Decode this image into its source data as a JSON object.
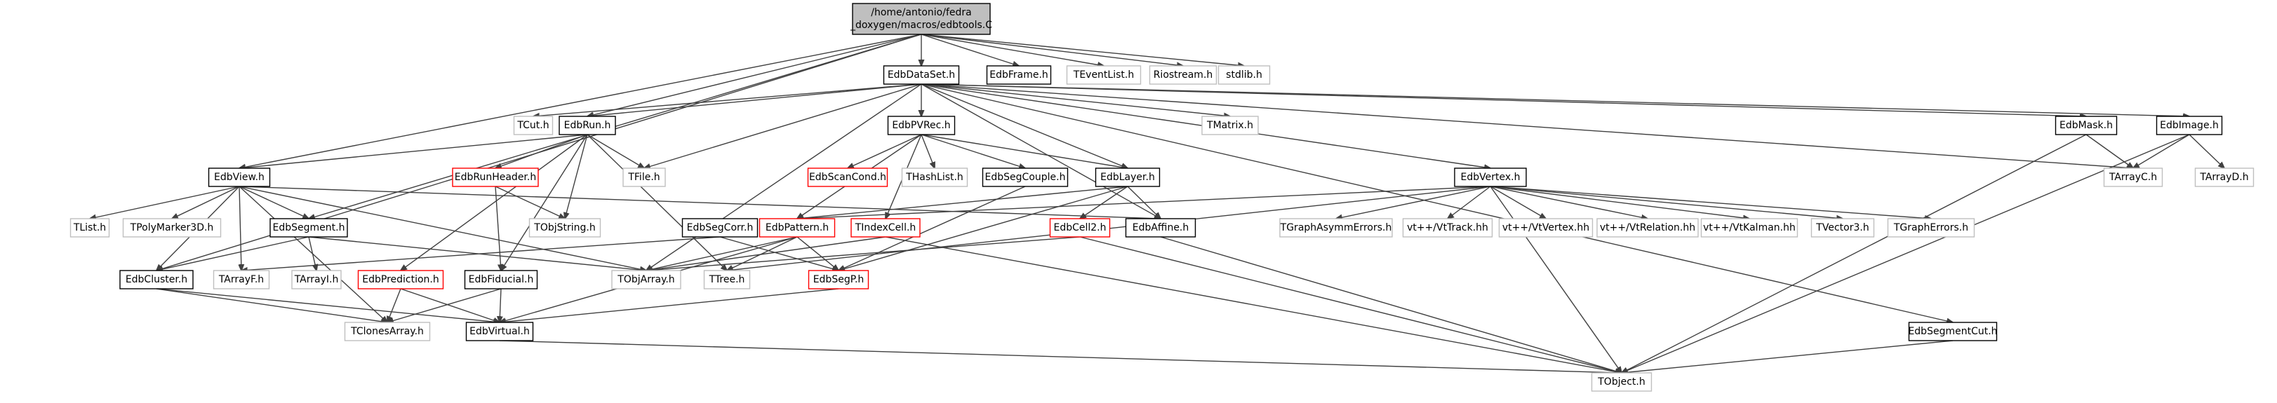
{
  "colors": {
    "edge": "#404040",
    "root_fill": "#bfbfbf",
    "documented_border": "#000000",
    "system_border": "#bfbfbf",
    "missing_border": "#ff0000"
  },
  "nodes": [
    {
      "id": "root",
      "lines": [
        "/home/antonio/fedra",
        "_doxygen/macros/edbtools.C"
      ],
      "kind": "root"
    },
    {
      "id": "EdbDataSet",
      "lines": [
        "EdbDataSet.h"
      ],
      "kind": "doc"
    },
    {
      "id": "EdbFrame",
      "lines": [
        "EdbFrame.h"
      ],
      "kind": "doc"
    },
    {
      "id": "TEventList",
      "lines": [
        "TEventList.h"
      ],
      "kind": "sys"
    },
    {
      "id": "Riostream",
      "lines": [
        "Riostream.h"
      ],
      "kind": "sys"
    },
    {
      "id": "stdlib",
      "lines": [
        "stdlib.h"
      ],
      "kind": "sys"
    },
    {
      "id": "TCut",
      "lines": [
        "TCut.h"
      ],
      "kind": "sys"
    },
    {
      "id": "EdbRun",
      "lines": [
        "EdbRun.h"
      ],
      "kind": "doc"
    },
    {
      "id": "EdbPVRec",
      "lines": [
        "EdbPVRec.h"
      ],
      "kind": "doc"
    },
    {
      "id": "TMatrix",
      "lines": [
        "TMatrix.h"
      ],
      "kind": "sys"
    },
    {
      "id": "EdbMask",
      "lines": [
        "EdbMask.h"
      ],
      "kind": "doc"
    },
    {
      "id": "EdbImage",
      "lines": [
        "EdbImage.h"
      ],
      "kind": "doc"
    },
    {
      "id": "EdbView",
      "lines": [
        "EdbView.h"
      ],
      "kind": "doc"
    },
    {
      "id": "EdbRunHeader",
      "lines": [
        "EdbRunHeader.h"
      ],
      "kind": "broken"
    },
    {
      "id": "TFile",
      "lines": [
        "TFile.h"
      ],
      "kind": "sys"
    },
    {
      "id": "EdbScanCond",
      "lines": [
        "EdbScanCond.h"
      ],
      "kind": "broken"
    },
    {
      "id": "THashList",
      "lines": [
        "THashList.h"
      ],
      "kind": "sys"
    },
    {
      "id": "EdbSegCouple",
      "lines": [
        "EdbSegCouple.h"
      ],
      "kind": "doc"
    },
    {
      "id": "EdbLayer",
      "lines": [
        "EdbLayer.h"
      ],
      "kind": "doc"
    },
    {
      "id": "EdbVertex",
      "lines": [
        "EdbVertex.h"
      ],
      "kind": "doc"
    },
    {
      "id": "TArrayC",
      "lines": [
        "TArrayC.h"
      ],
      "kind": "sys"
    },
    {
      "id": "TArrayD",
      "lines": [
        "TArrayD.h"
      ],
      "kind": "sys"
    },
    {
      "id": "TList",
      "lines": [
        "TList.h"
      ],
      "kind": "sys"
    },
    {
      "id": "TPolyMarker3D",
      "lines": [
        "TPolyMarker3D.h"
      ],
      "kind": "sys"
    },
    {
      "id": "EdbSegment",
      "lines": [
        "EdbSegment.h"
      ],
      "kind": "doc"
    },
    {
      "id": "TObjString",
      "lines": [
        "TObjString.h"
      ],
      "kind": "sys"
    },
    {
      "id": "EdbSegCorr",
      "lines": [
        "EdbSegCorr.h"
      ],
      "kind": "doc"
    },
    {
      "id": "EdbPattern",
      "lines": [
        "EdbPattern.h"
      ],
      "kind": "broken"
    },
    {
      "id": "TIndexCell",
      "lines": [
        "TIndexCell.h"
      ],
      "kind": "broken"
    },
    {
      "id": "EdbCell2",
      "lines": [
        "EdbCell2.h"
      ],
      "kind": "broken"
    },
    {
      "id": "EdbAffine",
      "lines": [
        "EdbAffine.h"
      ],
      "kind": "doc"
    },
    {
      "id": "TGraphAsymmErrors",
      "lines": [
        "TGraphAsymmErrors.h"
      ],
      "kind": "sys"
    },
    {
      "id": "VtTrack",
      "lines": [
        "vt++/VtTrack.hh"
      ],
      "kind": "sys"
    },
    {
      "id": "VtVertex",
      "lines": [
        "vt++/VtVertex.hh"
      ],
      "kind": "sys"
    },
    {
      "id": "VtRelation",
      "lines": [
        "vt++/VtRelation.hh"
      ],
      "kind": "sys"
    },
    {
      "id": "VtKalman",
      "lines": [
        "vt++/VtKalman.hh"
      ],
      "kind": "sys"
    },
    {
      "id": "TVector3",
      "lines": [
        "TVector3.h"
      ],
      "kind": "sys"
    },
    {
      "id": "TGraphErrors",
      "lines": [
        "TGraphErrors.h"
      ],
      "kind": "sys"
    },
    {
      "id": "EdbCluster",
      "lines": [
        "EdbCluster.h"
      ],
      "kind": "doc"
    },
    {
      "id": "TArrayF",
      "lines": [
        "TArrayF.h"
      ],
      "kind": "sys"
    },
    {
      "id": "TArrayI",
      "lines": [
        "TArrayI.h"
      ],
      "kind": "sys"
    },
    {
      "id": "EdbPrediction",
      "lines": [
        "EdbPrediction.h"
      ],
      "kind": "broken"
    },
    {
      "id": "EdbFiducial",
      "lines": [
        "EdbFiducial.h"
      ],
      "kind": "doc"
    },
    {
      "id": "TObjArray",
      "lines": [
        "TObjArray.h"
      ],
      "kind": "sys"
    },
    {
      "id": "TTree",
      "lines": [
        "TTree.h"
      ],
      "kind": "sys"
    },
    {
      "id": "EdbSegP",
      "lines": [
        "EdbSegP.h"
      ],
      "kind": "broken"
    },
    {
      "id": "TClonesArray",
      "lines": [
        "TClonesArray.h"
      ],
      "kind": "sys"
    },
    {
      "id": "EdbVirtual",
      "lines": [
        "EdbVirtual.h"
      ],
      "kind": "doc"
    },
    {
      "id": "EdbSegmentCut",
      "lines": [
        "EdbSegmentCut.h"
      ],
      "kind": "doc"
    },
    {
      "id": "TObject",
      "lines": [
        "TObject.h"
      ],
      "kind": "sys"
    }
  ],
  "edges": [
    [
      "root",
      "EdbDataSet"
    ],
    [
      "root",
      "EdbFrame"
    ],
    [
      "root",
      "TEventList"
    ],
    [
      "root",
      "Riostream"
    ],
    [
      "root",
      "stdlib"
    ],
    [
      "root",
      "EdbRun"
    ],
    [
      "root",
      "EdbView"
    ],
    [
      "root",
      "EdbSegment"
    ],
    [
      "root",
      "EdbCluster"
    ],
    [
      "EdbDataSet",
      "TCut"
    ],
    [
      "EdbDataSet",
      "EdbRun"
    ],
    [
      "EdbDataSet",
      "EdbPVRec"
    ],
    [
      "EdbDataSet",
      "TMatrix"
    ],
    [
      "EdbDataSet",
      "EdbMask"
    ],
    [
      "EdbDataSet",
      "EdbImage"
    ],
    [
      "EdbDataSet",
      "TFile"
    ],
    [
      "EdbDataSet",
      "EdbLayer"
    ],
    [
      "EdbDataSet",
      "EdbVertex"
    ],
    [
      "EdbDataSet",
      "EdbAffine"
    ],
    [
      "EdbDataSet",
      "TArrayC"
    ],
    [
      "EdbDataSet",
      "TObjArray"
    ],
    [
      "EdbDataSet",
      "EdbSegmentCut"
    ],
    [
      "EdbRun",
      "EdbView"
    ],
    [
      "EdbRun",
      "EdbRunHeader"
    ],
    [
      "EdbRun",
      "TFile"
    ],
    [
      "EdbRun",
      "TObjString"
    ],
    [
      "EdbRun",
      "EdbPrediction"
    ],
    [
      "EdbRun",
      "EdbFiducial"
    ],
    [
      "EdbRun",
      "TTree"
    ],
    [
      "EdbPVRec",
      "EdbScanCond"
    ],
    [
      "EdbPVRec",
      "THashList"
    ],
    [
      "EdbPVRec",
      "EdbSegCouple"
    ],
    [
      "EdbPVRec",
      "EdbLayer"
    ],
    [
      "EdbPVRec",
      "EdbPattern"
    ],
    [
      "EdbPVRec",
      "TIndexCell"
    ],
    [
      "EdbMask",
      "TArrayC"
    ],
    [
      "EdbMask",
      "TObject"
    ],
    [
      "EdbImage",
      "TArrayC"
    ],
    [
      "EdbImage",
      "TArrayD"
    ],
    [
      "EdbImage",
      "TObject"
    ],
    [
      "EdbView",
      "TList"
    ],
    [
      "EdbView",
      "TPolyMarker3D"
    ],
    [
      "EdbView",
      "EdbSegment"
    ],
    [
      "EdbView",
      "EdbCluster"
    ],
    [
      "EdbView",
      "TArrayF"
    ],
    [
      "EdbView",
      "EdbAffine"
    ],
    [
      "EdbView",
      "TClonesArray"
    ],
    [
      "EdbView",
      "TObjArray"
    ],
    [
      "EdbRunHeader",
      "TObjString"
    ],
    [
      "EdbRunHeader",
      "EdbFiducial"
    ],
    [
      "EdbSegCouple",
      "EdbSegP"
    ],
    [
      "EdbLayer",
      "EdbAffine"
    ],
    [
      "EdbLayer",
      "EdbCell2"
    ],
    [
      "EdbLayer",
      "EdbSegP"
    ],
    [
      "EdbLayer",
      "EdbPattern"
    ],
    [
      "EdbVertex",
      "EdbPattern"
    ],
    [
      "EdbVertex",
      "TGraphAsymmErrors"
    ],
    [
      "EdbVertex",
      "VtTrack"
    ],
    [
      "EdbVertex",
      "VtVertex"
    ],
    [
      "EdbVertex",
      "VtRelation"
    ],
    [
      "EdbVertex",
      "VtKalman"
    ],
    [
      "EdbVertex",
      "TVector3"
    ],
    [
      "EdbVertex",
      "TGraphErrors"
    ],
    [
      "EdbVertex",
      "TTree"
    ],
    [
      "EdbVertex",
      "TObject"
    ],
    [
      "EdbSegment",
      "EdbCluster"
    ],
    [
      "EdbSegment",
      "TArrayI"
    ],
    [
      "EdbSegment",
      "TObjArray"
    ],
    [
      "EdbSegCorr",
      "EdbSegP"
    ],
    [
      "EdbSegCorr",
      "TArrayF"
    ],
    [
      "EdbPattern",
      "TObjArray"
    ],
    [
      "EdbPattern",
      "TTree"
    ],
    [
      "EdbPattern",
      "EdbSegP"
    ],
    [
      "EdbPattern",
      "EdbVirtual"
    ],
    [
      "TIndexCell",
      "TObjArray"
    ],
    [
      "TIndexCell",
      "TObject"
    ],
    [
      "EdbCell2",
      "TObjArray"
    ],
    [
      "EdbCell2",
      "TObject"
    ],
    [
      "EdbAffine",
      "TObject"
    ],
    [
      "EdbCluster",
      "TClonesArray"
    ],
    [
      "EdbCluster",
      "EdbVirtual"
    ],
    [
      "EdbPrediction",
      "TClonesArray"
    ],
    [
      "EdbPrediction",
      "EdbVirtual"
    ],
    [
      "EdbFiducial",
      "TClonesArray"
    ],
    [
      "EdbFiducial",
      "EdbVirtual"
    ],
    [
      "EdbSegP",
      "EdbVirtual"
    ],
    [
      "EdbVirtual",
      "TObject"
    ],
    [
      "EdbSegmentCut",
      "TObject"
    ]
  ]
}
